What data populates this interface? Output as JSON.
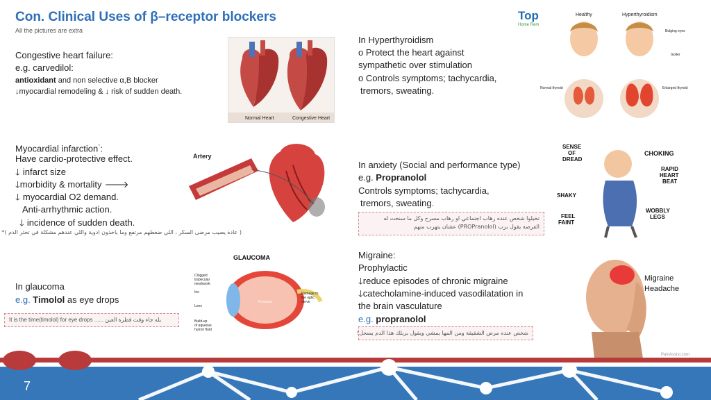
{
  "title": "Con. Clinical Uses of β–receptor  blockers",
  "subtitle": "All the pictures are extra",
  "chf": {
    "heading": "Congestive heart failure:",
    "eg": "e.g. carvedilol:",
    "line1_bold": "antioxidant",
    "line1_rest": " and non selective α,B blocker",
    "line2": "↓myocardial remodeling & ↓ risk of sudden death.",
    "image_caption_left": "Normal Heart",
    "image_caption_right": "Congestive Heart"
  },
  "hyperthyroid": {
    "heading": "In Hyperthyroidism",
    "bullet1a": "o   Protect the heart against",
    "bullet1b": "sympathetic over stimulation",
    "bullet2a": "o   Controls symptoms; tachycardia,",
    "bullet2b": "tremors, sweating.",
    "logo_text": "Top10",
    "logo_sub": "Home Remedies",
    "label_healthy": "Healthy",
    "label_hyper": "Hyperthyroidism",
    "label_bulging": "Bulging eyes",
    "label_goiter": "Goiter",
    "label_normal_thyroid": "Normal thyroid",
    "label_enlarged_thyroid": "Enlarged thyroid"
  },
  "mi": {
    "heading": "Myocardial infarction",
    "star": "*",
    "heading_colon": ":",
    "l1": "Have cardio-protective effect.",
    "l2": "infarct size",
    "l3": "morbidity & mortality",
    "l4": "myocardial O2 demand.",
    "l5": "Anti-arrhythmic action.",
    "l6": "incidence of sudden death.",
    "arabic_note": "( عادة يصيب مرضى السكر ، اللي ضغطهم مرتفع وما ياخذون ادوية واللي عندهم مشكلة في تخثر الدم )*",
    "artery_label": "Artery"
  },
  "anxiety": {
    "heading": "In anxiety (Social and performance type)",
    "eg_prefix": "e.g. ",
    "eg_drug": "Propranolol",
    "l1": "Controls symptoms; tachycardia,",
    "l2": "tremors, sweating",
    "l2_dot": ".",
    "note_line1": "تخيلوا شخص عنده رهاب اجتماعي او رهاب مسرح وكل ما سنحت له",
    "note_line2": "الفرصة يقول برب (PROPranolol) عشان يتهرب منهم",
    "cartoon_labels": [
      "SENSE OF DREAD",
      "CHOKING",
      "RAPID HEART BEAT",
      "SHAKY",
      "FEEL FAINT",
      "WOBBLY LEGS"
    ]
  },
  "glaucoma": {
    "heading": "In glaucoma",
    "eg_prefix": "e.g. ",
    "eg_drug": "Timolol",
    "eg_rest": " as eye drops",
    "note": "It is the time(timolol)  for eye drops ......  يله جاء وقت قطرة العين",
    "image_title": "GLAUCOMA",
    "labels": [
      "Clogged trabecular meshwork",
      "Iris",
      "Lens",
      "Build-up of aqueous humor fluid",
      "Damage to the optic nerve",
      "Pressure"
    ]
  },
  "migraine": {
    "heading": "Migraine:",
    "l1": "Prophylactic",
    "l2": "reduce episodes of chronic migraine",
    "l3": "catecholamine-induced vasodilatation in",
    "l4": "the brain vasculature",
    "eg_prefix": "e.g. ",
    "eg_drug": "propranolol",
    "note": "شخص عنده مرض الشقيقة ومن المها يمشي ويقول بربلك هذا الدم يسحل!",
    "image_label": "Migraine Headache",
    "credit": "PainAssist.com"
  },
  "page_number": "7",
  "colors": {
    "accent": "#2e6fb7",
    "footer": "#3577b8",
    "stripe": "#b83a3a",
    "arrow": "#8a1a1a"
  }
}
